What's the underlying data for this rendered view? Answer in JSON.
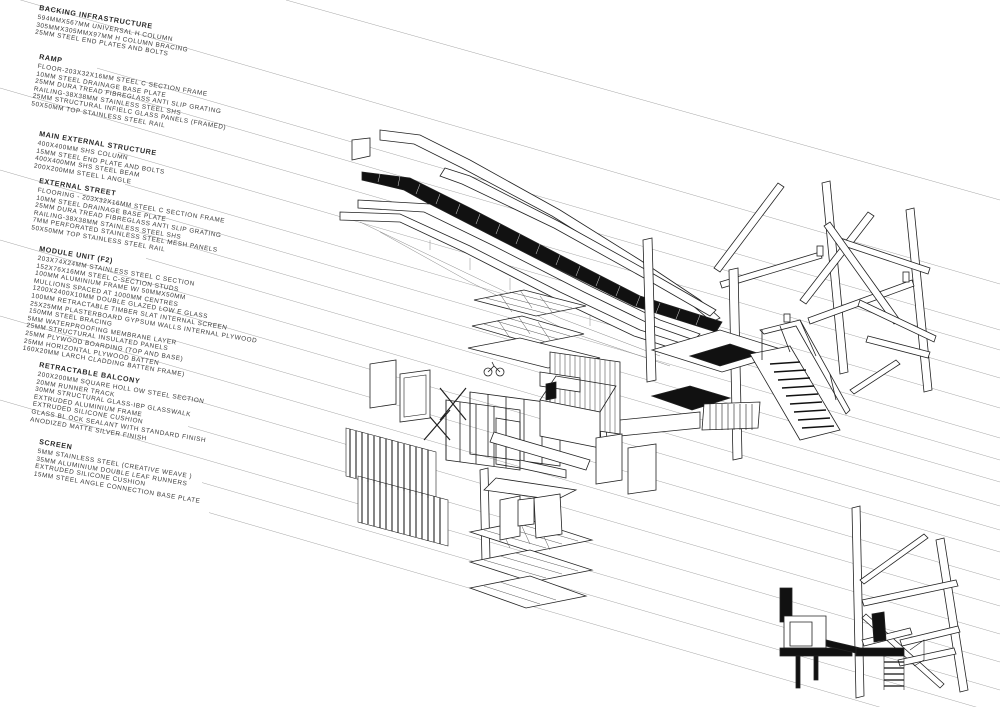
{
  "sections": [
    {
      "heading": "Backing Infrastructure",
      "lines": [
        "594mmx567mm universal h column",
        "305mmx305mmx97mm h column bracing",
        "25mm steel end plates and bolts"
      ]
    },
    {
      "heading": "Ramp",
      "lines": [
        "Floor-203x32x16mm steel c section frame",
        "10mm steel drainage base plate",
        "25mm dura tread fibreglass anti slip grating",
        "Railing-38x38mm stainless steel shs",
        "25mm structural infielc glass panels (framed)",
        "50x50mm top stainless steel rail"
      ]
    },
    {
      "heading": "Main external structure",
      "lines": [
        "400x400mm shs column",
        "15mm steel end plate and bolts",
        "400x400mm shs steel beam",
        "200x200mm steel l angle"
      ]
    },
    {
      "heading": "External street",
      "lines": [
        "Flooring - 203x32x16mm steel c section frame",
        "10mm steel drainage base plate",
        "25mm dura tread fibreglass anti slip grating",
        "Railing-38x38mm stainless steel shs",
        "7mm perforated stainless steel mesh panels",
        "50x50mm top stainless steel rail"
      ]
    },
    {
      "heading": "Module unit (F2)",
      "lines": [
        "203x74x24mm stainless steel c section",
        "152x76x16mm steel c-section studs",
        "100mm aluminium frame w/ 50mmx50mm",
        "mullions spaced at 1000mm centres",
        "1200x2400x10mm double glazed low e glass",
        "100mm retractable timber slat internal screen",
        "25x25mm plasterboard gypsum walls internal plywood",
        "150mm steel bracing",
        "5mm waterproofing membrane layer",
        "25mm structural insulated panels",
        "25mm plywood boarding (top and base)",
        "25mm horizontal plywood batten",
        "160x20mm larch cladding batten frame)"
      ]
    },
    {
      "heading": "Retractable balcony",
      "lines": [
        "200x200mm square holl ow steel section",
        "20mm runner track",
        "30mm structural glass-ibp glasswalk",
        "extruded aluminium frame",
        "extruded silicone cushion",
        "glass bl ock sealant with standard finish",
        "anodized matte silver finish"
      ]
    },
    {
      "heading": "Screen",
      "lines": [
        "5mm stainless steel (creative weave )",
        "35mm aluminium double leaf runners",
        "extruded silicone cushion",
        "15mm steel angle connection base plate"
      ]
    }
  ]
}
